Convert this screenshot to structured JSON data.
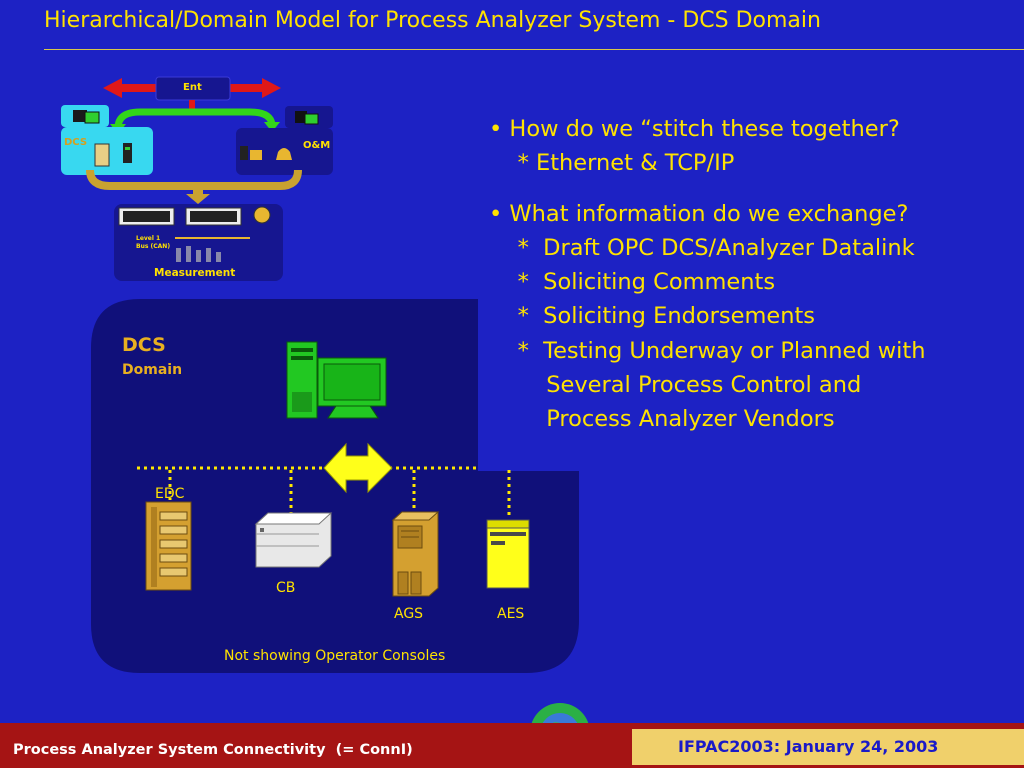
{
  "title": "Hierarchical/Domain Model for Process Analyzer System -  DCS Domain",
  "mini_diagram": {
    "ent_label": "Ent",
    "dcs_label": "DCS",
    "om_label": "O&M",
    "level1_label": "Level 1",
    "bus_label": "Bus  (CAN)",
    "measurement_label": "Measurement"
  },
  "domain_panel": {
    "heading": "DCS",
    "subheading": "Domain",
    "devices": {
      "edc": "EDC",
      "cb": "CB",
      "ags": "AGS",
      "aes": "AES"
    },
    "note": "Not showing Operator Consoles"
  },
  "bullets": [
    "• How do we “stitch these together?",
    "    * Ethernet & TCP/IP",
    "• What information do we exchange?",
    "    *  Draft OPC DCS/Analyzer Datalink",
    "    *  Soliciting Comments",
    "    *  Soliciting Endorsements",
    "    *  Testing Underway or Planned with",
    "        Several Process Control and",
    "        Process Analyzer Vendors"
  ],
  "footer": {
    "left_text": "Process Analyzer System Connectivity  (= ConnI)",
    "right_text": "IFPAC2003: January 24, 2003"
  },
  "colors": {
    "background": "#1d22c4",
    "title": "#ffe200",
    "panel": "#10107a",
    "footer_red": "#a51414",
    "footer_gold": "#f0d06b"
  }
}
